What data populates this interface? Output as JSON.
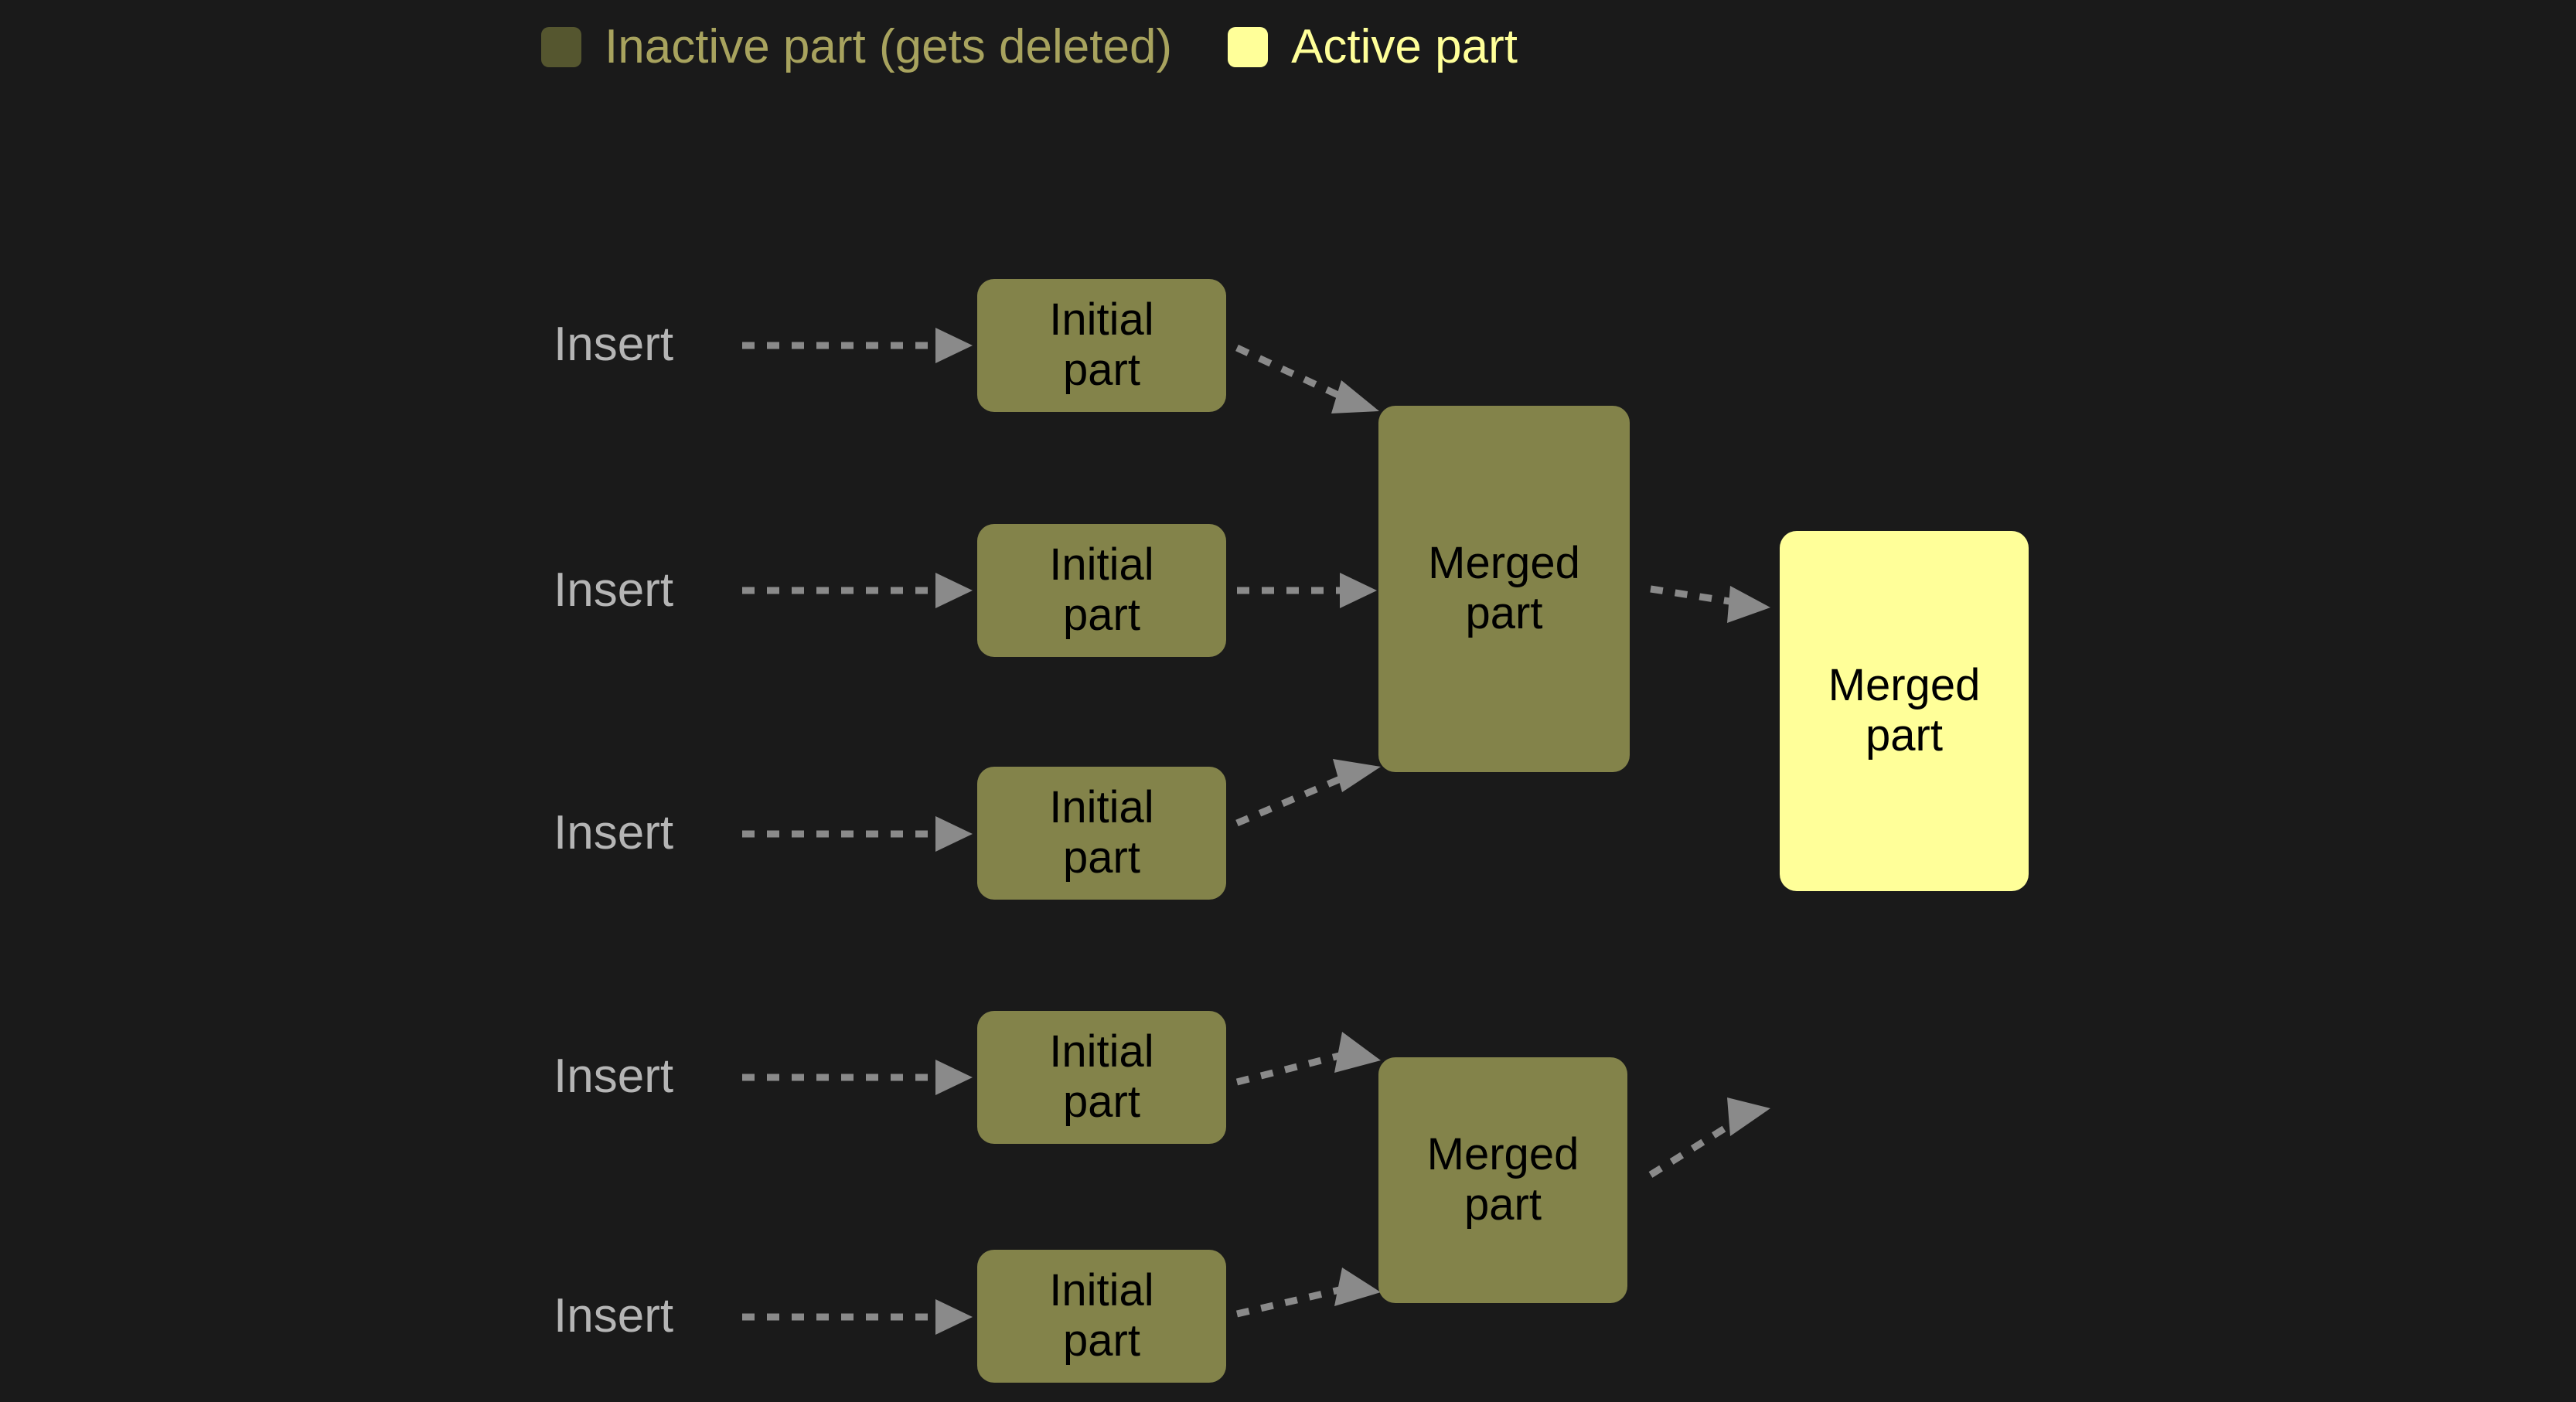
{
  "background_color": "#1a1a1a",
  "legend": {
    "items": [
      {
        "label": "Inactive part (gets deleted)",
        "swatch_color": "#55562f",
        "text_color": "#a8a35e",
        "icon": "square-swatch-icon"
      },
      {
        "label": "Active part",
        "swatch_color": "#ffff99",
        "text_color": "#ffff99",
        "icon": "square-swatch-icon"
      }
    ]
  },
  "diagram": {
    "title": "",
    "insert_labels": [
      {
        "text": "Insert"
      },
      {
        "text": "Insert"
      },
      {
        "text": "Insert"
      },
      {
        "text": "Insert"
      },
      {
        "text": "Insert"
      }
    ],
    "initial_parts": [
      {
        "line1": "Initial",
        "line2": "part",
        "state": "inactive"
      },
      {
        "line1": "Initial",
        "line2": "part",
        "state": "inactive"
      },
      {
        "line1": "Initial",
        "line2": "part",
        "state": "inactive"
      },
      {
        "line1": "Initial",
        "line2": "part",
        "state": "inactive"
      },
      {
        "line1": "Initial",
        "line2": "part",
        "state": "inactive"
      }
    ],
    "merged_parts": [
      {
        "line1": "Merged",
        "line2": "part",
        "state": "inactive"
      },
      {
        "line1": "Merged",
        "line2": "part",
        "state": "inactive"
      }
    ],
    "final_part": {
      "line1": "Merged",
      "line2": "part",
      "state": "active"
    },
    "node_colors": {
      "inactive_fill": "#83834a",
      "active_fill": "#ffff99",
      "node_text": "#000000"
    },
    "arrow_color": "#8a8a8a",
    "arrow_style": "dotted-with-triangle-head"
  }
}
